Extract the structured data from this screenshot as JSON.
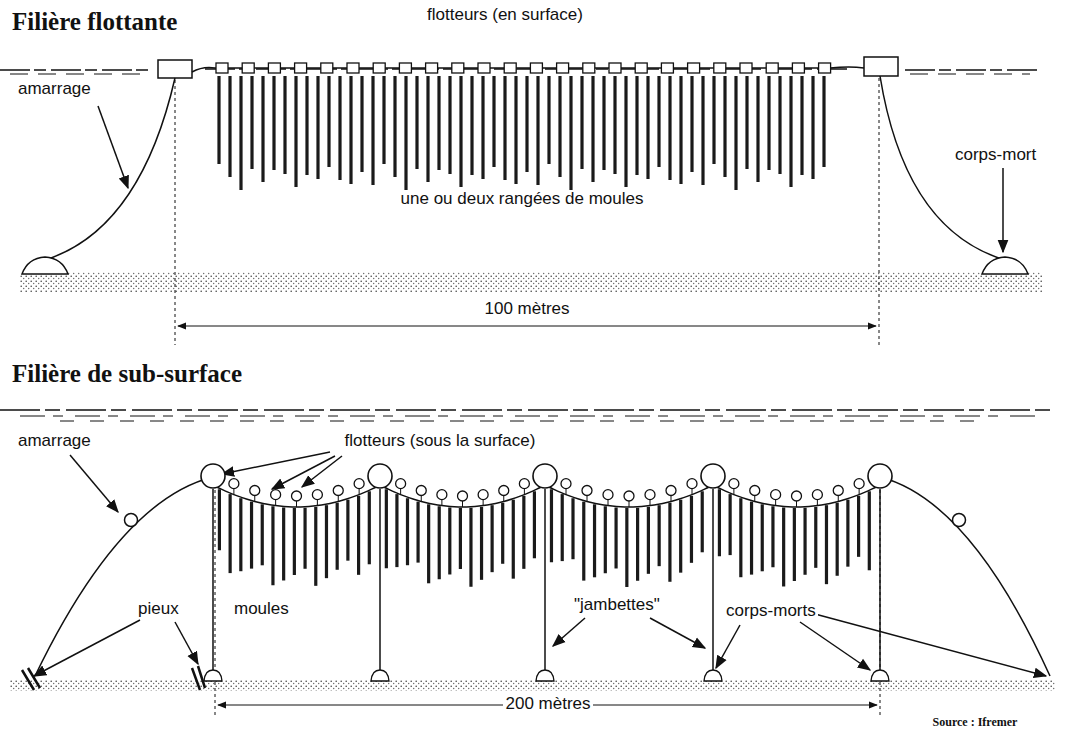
{
  "diagram": {
    "labels": [
      "Filière flottante",
      "flotteurs (en surface)",
      "amarrage",
      "une ou deux rangées de moules",
      "corps-mort",
      "100 mètres",
      "Filière de sub-surface",
      "amarrage",
      "flotteurs (sous la surface)",
      "pieux",
      "moules",
      "\"jambettes\"",
      "corps-morts",
      "200 mètres",
      "Source : Ifremer"
    ]
  }
}
